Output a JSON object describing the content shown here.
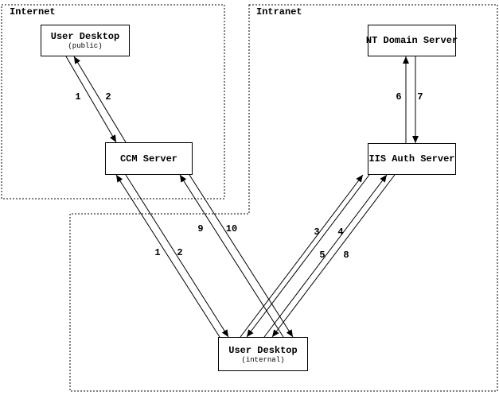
{
  "regions": {
    "internet": {
      "label": "Internet"
    },
    "intranet": {
      "label": "Intranet"
    }
  },
  "nodes": [
    {
      "id": "user-desktop-public",
      "label": "User Desktop",
      "sublabel": "(public)"
    },
    {
      "id": "ccm-server",
      "label": "CCM Server",
      "sublabel": ""
    },
    {
      "id": "nt-domain-server",
      "label": "NT Domain Server",
      "sublabel": ""
    },
    {
      "id": "iis-auth-server",
      "label": "IIS Auth Server",
      "sublabel": ""
    },
    {
      "id": "user-desktop-internal",
      "label": "User Desktop",
      "sublabel": "(internal)"
    }
  ],
  "edges": [
    {
      "step": "1",
      "from": "user-desktop-public",
      "to": "ccm-server"
    },
    {
      "step": "2",
      "from": "ccm-server",
      "to": "user-desktop-public"
    },
    {
      "step": "1",
      "from": "user-desktop-internal",
      "to": "ccm-server"
    },
    {
      "step": "2",
      "from": "ccm-server",
      "to": "user-desktop-internal"
    },
    {
      "step": "9",
      "from": "user-desktop-internal",
      "to": "ccm-server"
    },
    {
      "step": "10",
      "from": "ccm-server",
      "to": "user-desktop-internal"
    },
    {
      "step": "3",
      "from": "user-desktop-internal",
      "to": "iis-auth-server"
    },
    {
      "step": "4",
      "from": "iis-auth-server",
      "to": "user-desktop-internal"
    },
    {
      "step": "5",
      "from": "user-desktop-internal",
      "to": "iis-auth-server"
    },
    {
      "step": "8",
      "from": "iis-auth-server",
      "to": "user-desktop-internal"
    },
    {
      "step": "6",
      "from": "iis-auth-server",
      "to": "nt-domain-server"
    },
    {
      "step": "7",
      "from": "nt-domain-server",
      "to": "iis-auth-server"
    }
  ],
  "colors": {
    "line": "#000000",
    "background": "#ffffff",
    "box_border": "#000000"
  }
}
